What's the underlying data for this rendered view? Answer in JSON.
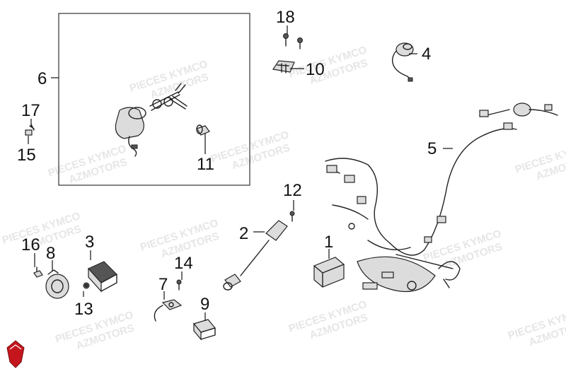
{
  "diagram": {
    "callouts": [
      {
        "id": "1",
        "label": "1"
      },
      {
        "id": "2",
        "label": "2"
      },
      {
        "id": "3",
        "label": "3"
      },
      {
        "id": "4",
        "label": "4"
      },
      {
        "id": "5",
        "label": "5"
      },
      {
        "id": "6",
        "label": "6"
      },
      {
        "id": "7",
        "label": "7"
      },
      {
        "id": "8",
        "label": "8"
      },
      {
        "id": "9",
        "label": "9"
      },
      {
        "id": "10",
        "label": "10"
      },
      {
        "id": "11",
        "label": "11"
      },
      {
        "id": "12",
        "label": "12"
      },
      {
        "id": "13",
        "label": "13"
      },
      {
        "id": "14",
        "label": "14"
      },
      {
        "id": "15",
        "label": "15"
      },
      {
        "id": "16",
        "label": "16"
      },
      {
        "id": "17",
        "label": "17"
      },
      {
        "id": "18",
        "label": "18"
      }
    ],
    "watermark": {
      "line1": "PIECES KYMCO",
      "line2": "AZMOTORS"
    }
  },
  "colors": {
    "logo": "#c4161c",
    "line": "#222222",
    "watermark": "#e6e6e6"
  }
}
